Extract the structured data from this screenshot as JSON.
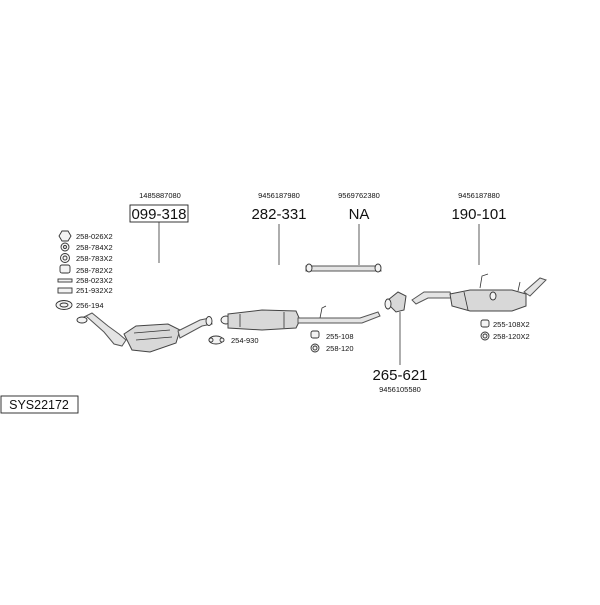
{
  "system_code": "SYS22172",
  "parts": [
    {
      "oem": "1485887080",
      "number": "099-318",
      "boxed": true
    },
    {
      "oem": "9456187980",
      "number": "282-331",
      "boxed": false
    },
    {
      "oem": "9569762380",
      "number": "NA",
      "boxed": false
    },
    {
      "oem": "9456187880",
      "number": "190-101",
      "boxed": false
    },
    {
      "oem": "9456105580",
      "number": "265-621",
      "boxed": false
    }
  ],
  "hardware_left": [
    "258-026X2",
    "258-784X2",
    "258-783X2",
    "258-782X2",
    "258-023X2",
    "251-932X2",
    "256-194"
  ],
  "hardware_clamp": "254-930",
  "hardware_mid": [
    "255-108",
    "258-120"
  ],
  "hardware_right": [
    "255-108X2",
    "258-120X2"
  ]
}
